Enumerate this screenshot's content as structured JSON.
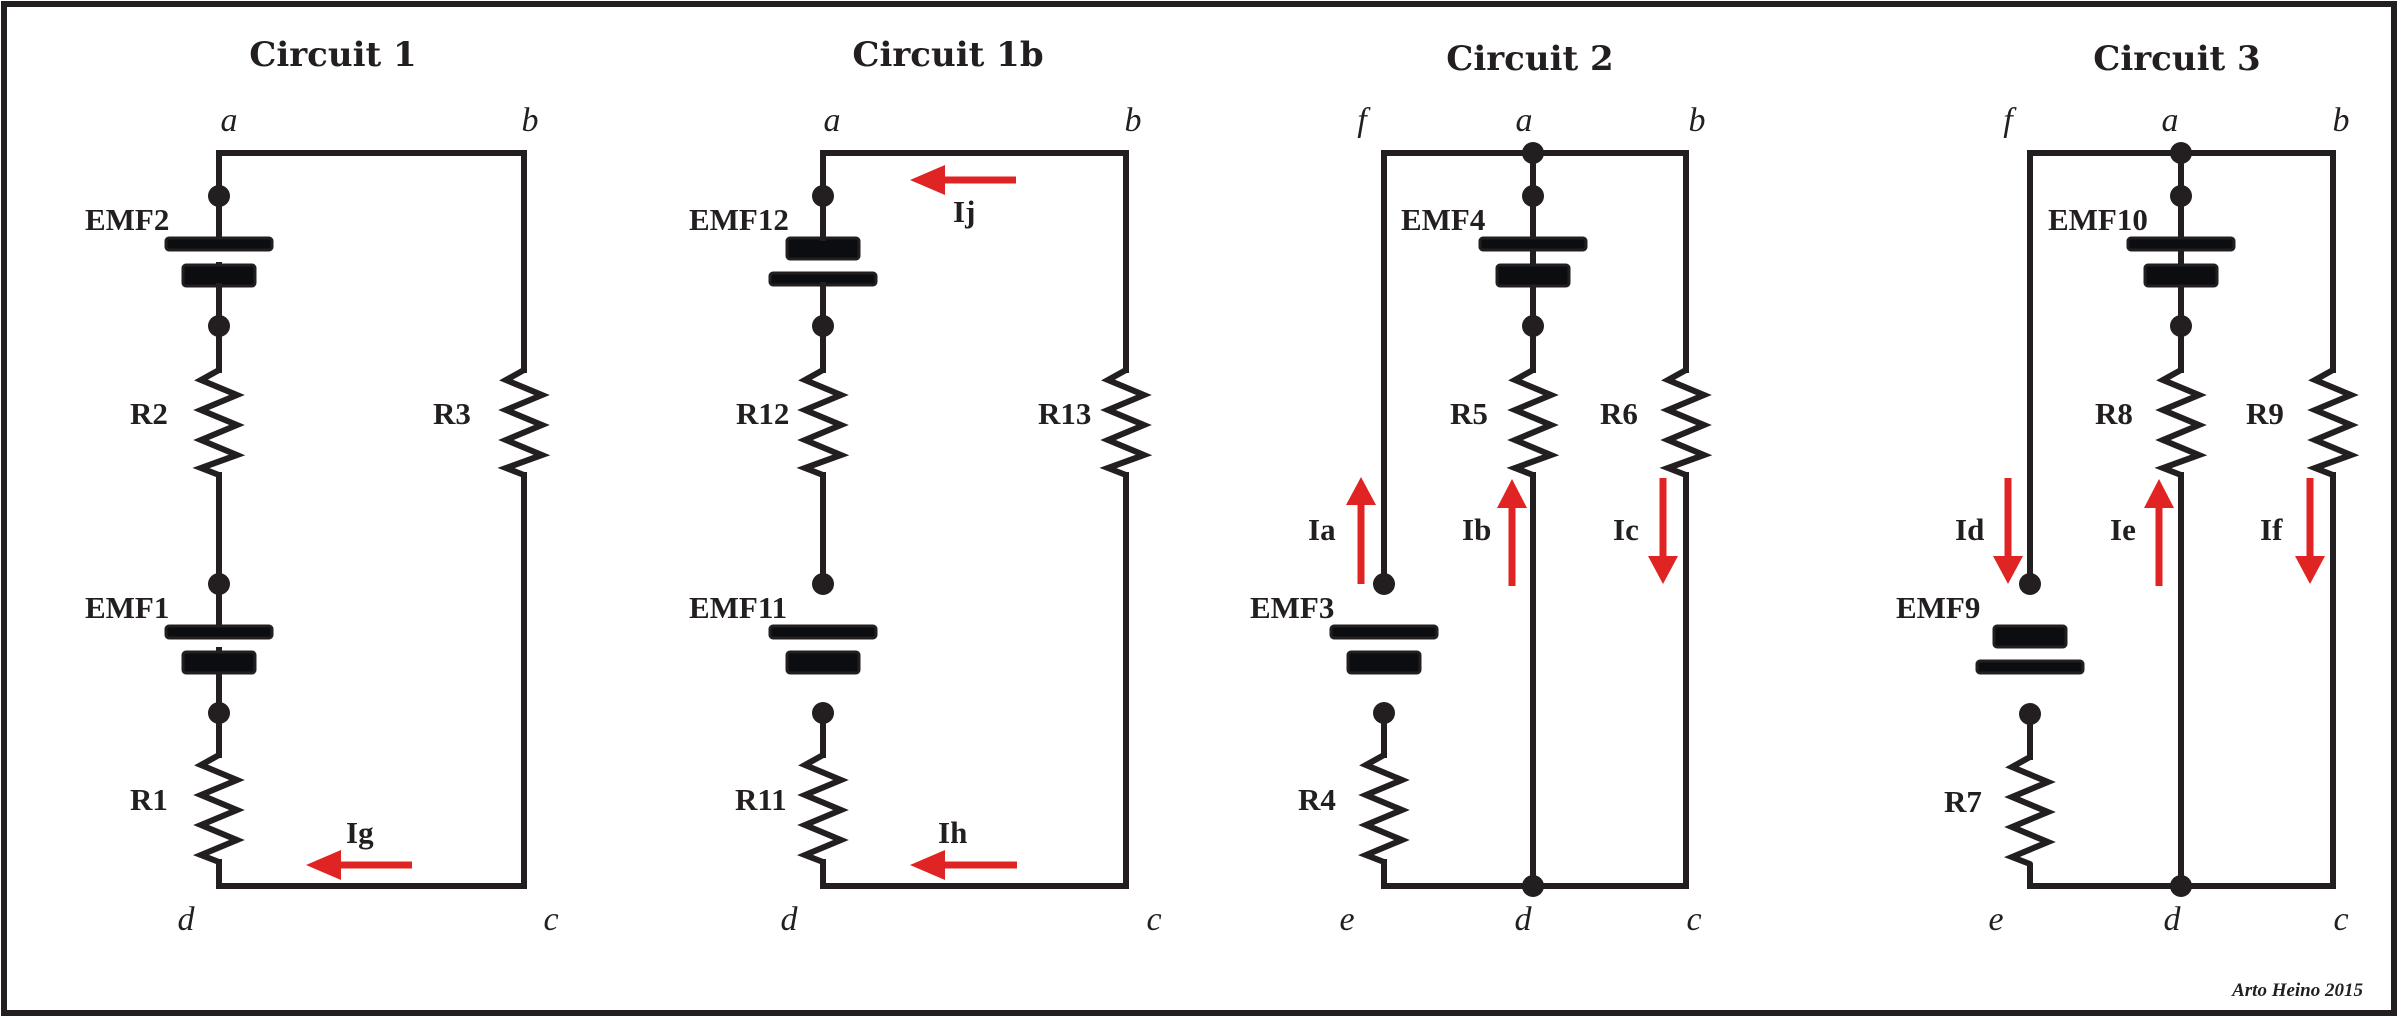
{
  "credit": "Arto Heino 2015",
  "colors": {
    "wire": "#231f20",
    "current_arrow": "#e02424",
    "background": "#ffffff"
  },
  "circuits": [
    {
      "id": "circuit-1",
      "title": "Circuit 1",
      "nodes": {
        "a": "a",
        "b": "b",
        "c": "c",
        "d": "d"
      },
      "components": {
        "emf_top": "EMF2",
        "r_top": "R2",
        "emf_bottom": "EMF1",
        "r_bottom": "R1",
        "r_right": "R3"
      },
      "currents": [
        {
          "label": "Ig",
          "direction": "left",
          "branch": "d-c"
        }
      ]
    },
    {
      "id": "circuit-1b",
      "title": "Circuit 1b",
      "nodes": {
        "a": "a",
        "b": "b",
        "c": "c",
        "d": "d"
      },
      "components": {
        "emf_top": "EMF12",
        "r_top": "R12",
        "emf_bottom": "EMF11",
        "r_bottom": "R11",
        "r_right": "R13"
      },
      "currents": [
        {
          "label": "Ij",
          "direction": "left",
          "branch": "a-b"
        },
        {
          "label": "Ih",
          "direction": "left",
          "branch": "d-c"
        }
      ]
    },
    {
      "id": "circuit-2",
      "title": "Circuit 2",
      "nodes": {
        "f": "f",
        "a": "a",
        "b": "b",
        "e": "e",
        "d": "d",
        "c": "c"
      },
      "components": {
        "emf_left": "EMF3",
        "r_left": "R4",
        "emf_mid": "EMF4",
        "r_mid": "R5",
        "r_right": "R6"
      },
      "currents": [
        {
          "label": "Ia",
          "direction": "up",
          "branch": "e-f"
        },
        {
          "label": "Ib",
          "direction": "up",
          "branch": "d-a"
        },
        {
          "label": "Ic",
          "direction": "down",
          "branch": "b-c"
        }
      ]
    },
    {
      "id": "circuit-3",
      "title": "Circuit 3",
      "nodes": {
        "f": "f",
        "a": "a",
        "b": "b",
        "e": "e",
        "d": "d",
        "c": "c"
      },
      "components": {
        "emf_left": "EMF9",
        "r_left": "R7",
        "emf_mid": "EMF10",
        "r_mid": "R8",
        "r_right": "R9"
      },
      "currents": [
        {
          "label": "Id",
          "direction": "down",
          "branch": "f-e"
        },
        {
          "label": "Ie",
          "direction": "up",
          "branch": "d-a"
        },
        {
          "label": "If",
          "direction": "down",
          "branch": "b-c"
        }
      ]
    }
  ]
}
